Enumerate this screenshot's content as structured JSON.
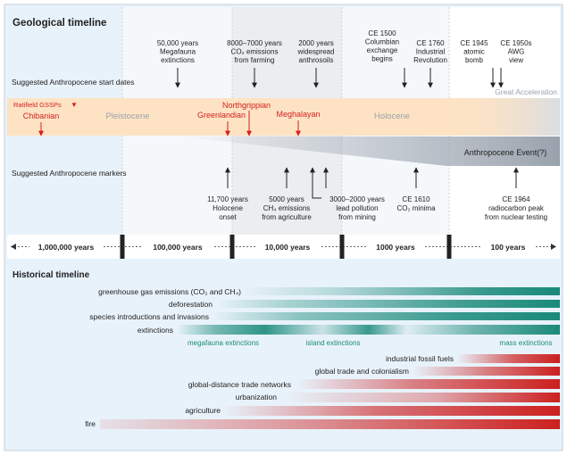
{
  "colors": {
    "background": "#e8f2fa",
    "band": "#fde3c4",
    "gsspRed": "#d41f1f",
    "grey": "#9aa1a8",
    "teal": "#1a8a7a",
    "red": "#cc1f1f",
    "text": "#222222"
  },
  "geological": {
    "title": "Geological timeline",
    "suggested_start_dates_label": "Suggested Anthropocene start dates",
    "start_dates": [
      {
        "lines": [
          "50,000 years",
          "Megafauna",
          "extinctions"
        ]
      },
      {
        "lines": [
          "8000–7000 years",
          "CO₂ emissions",
          "from farming"
        ]
      },
      {
        "lines": [
          "2000 years",
          "widespread",
          "anthrosoils"
        ]
      },
      {
        "lines": [
          "CE 1500",
          "Columbian",
          "exchange",
          "begins"
        ]
      },
      {
        "lines": [
          "CE 1760",
          "Industrial",
          "Revolution"
        ]
      },
      {
        "lines": [
          "CE 1945",
          "atomic",
          "bomb"
        ]
      },
      {
        "lines": [
          "CE 1950s",
          "AWG",
          "view"
        ]
      }
    ],
    "great_acceleration": "Great Acceleration",
    "ratified_gssps": "Ratifield GSSPs",
    "ratified_marker": "▼",
    "stages": {
      "chibanian": "Chibanian",
      "greenlandian": "Greenlandian",
      "northgrippian": "Northgrippian",
      "meghalayan": "Meghalayan"
    },
    "epochs": {
      "pleistocene": "Pleistocene",
      "holocene": "Holocene"
    },
    "anthropocene_event": "Anthropocene Event(?)",
    "suggested_markers_label": "Suggested Anthropocene markers",
    "markers": [
      {
        "lines": [
          "11,700 years",
          "Holocene",
          "onset"
        ]
      },
      {
        "lines": [
          "5000 years",
          "CH₄ emissions",
          "from agriculture"
        ]
      },
      {
        "lines": [
          "3000–2000 years",
          "lead pollution",
          "from mining"
        ]
      },
      {
        "lines": [
          "CE 1610",
          "CO₂ minima"
        ]
      },
      {
        "lines": [
          "CE 1964",
          "radiocarbon peak",
          "from nuclear testing"
        ]
      }
    ],
    "scale": [
      "1,000,000 years",
      "100,000 years",
      "10,000 years",
      "1000 years",
      "100 years"
    ]
  },
  "historical": {
    "title": "Historical timeline",
    "rows": [
      {
        "label": "greenhouse gas emissions (CO₂ and CH₄)",
        "color": "teal"
      },
      {
        "label": "deforestation",
        "color": "teal"
      },
      {
        "label": "species introductions and invasions",
        "color": "teal"
      },
      {
        "label": "extinctions",
        "color": "teal"
      },
      {
        "label": "industrial fossil fuels",
        "color": "red"
      },
      {
        "label": "global trade and colonialism",
        "color": "red"
      },
      {
        "label": "global-distance trade networks",
        "color": "red"
      },
      {
        "label": "urbanization",
        "color": "red"
      },
      {
        "label": "agriculture",
        "color": "red"
      },
      {
        "label": "fire",
        "color": "red"
      }
    ],
    "extinction_phases": [
      "megafauna extinctions",
      "island extinctions",
      "mass extinctions"
    ]
  }
}
